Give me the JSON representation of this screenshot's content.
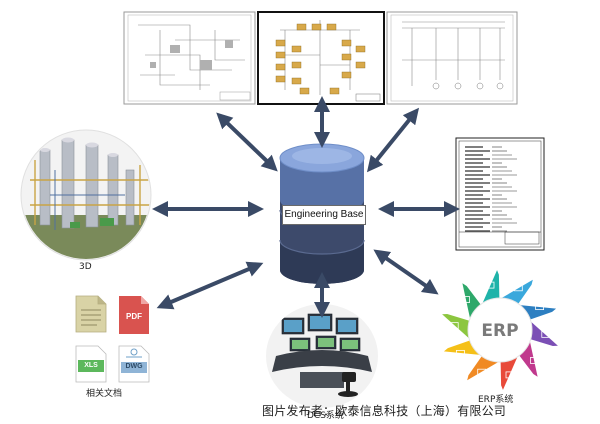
{
  "hub": {
    "label": "Engineering Base",
    "top_color": "#6f8ec8",
    "body_color": "#3d4a6b"
  },
  "nodes": {
    "model_3d": {
      "label": "3D"
    },
    "documents": {
      "label": "相关文档",
      "file_types": [
        "PDF",
        "XLS",
        "DWG"
      ]
    },
    "erp": {
      "label": "ERP系统",
      "center_text": "ERP"
    },
    "control_room": {
      "label": "DCS系统"
    },
    "schematics": {
      "count": 3
    },
    "spec_sheet": {}
  },
  "watermark": "图片发布者：欧泰信息科技（上海）有限公司",
  "colors": {
    "arrow": "#3a4a66",
    "pdf_red": "#d9534f",
    "xls_green": "#5cb85c",
    "dwg_blue": "#6fa0c8",
    "doc_beige": "#c9c39a"
  },
  "icons": [
    "file-doc-icon",
    "pdf-icon",
    "xls-icon",
    "dwg-icon",
    "erp-wheel-icon"
  ]
}
